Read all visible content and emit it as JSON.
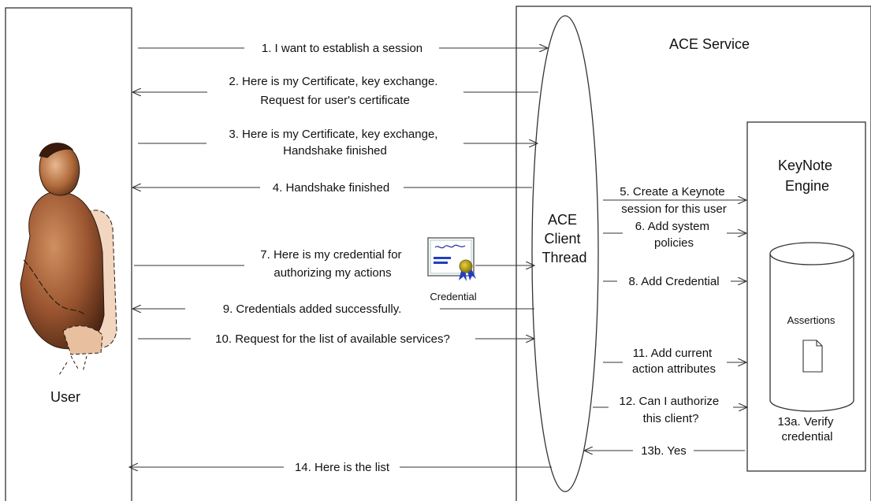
{
  "actors": {
    "user_label": "User",
    "service_label": "ACE Service",
    "client_thread_lines": [
      "ACE",
      "Client",
      "Thread"
    ],
    "engine_lines": [
      "KeyNote",
      "Engine"
    ],
    "db_label": "Assertions",
    "credential_label": "Credential",
    "verify_lines": [
      "13a. Verify",
      "credential"
    ]
  },
  "messages": [
    {
      "id": "m1",
      "lines": [
        "1. I want to establish a session"
      ]
    },
    {
      "id": "m2",
      "lines": [
        "2. Here is my Certificate, key exchange.",
        "Request for user's certificate"
      ]
    },
    {
      "id": "m3",
      "lines": [
        "3. Here is my Certificate, key exchange,",
        "Handshake finished"
      ]
    },
    {
      "id": "m4",
      "lines": [
        "4. Handshake finished"
      ]
    },
    {
      "id": "m5",
      "lines": [
        "5. Create a Keynote",
        "session for this user"
      ]
    },
    {
      "id": "m6",
      "lines": [
        "6. Add system",
        "policies"
      ]
    },
    {
      "id": "m7",
      "lines": [
        "7. Here is my credential for",
        "authorizing my actions"
      ]
    },
    {
      "id": "m8",
      "lines": [
        "8. Add Credential"
      ]
    },
    {
      "id": "m9",
      "lines": [
        "9. Credentials added successfully."
      ]
    },
    {
      "id": "m10",
      "lines": [
        "10. Request for the list of available services?"
      ]
    },
    {
      "id": "m11",
      "lines": [
        "11. Add current",
        "action attributes"
      ]
    },
    {
      "id": "m12",
      "lines": [
        "12. Can I authorize",
        "this client?"
      ]
    },
    {
      "id": "m13b",
      "lines": [
        "13b.  Yes"
      ]
    },
    {
      "id": "m14",
      "lines": [
        "14. Here is the list"
      ]
    }
  ]
}
